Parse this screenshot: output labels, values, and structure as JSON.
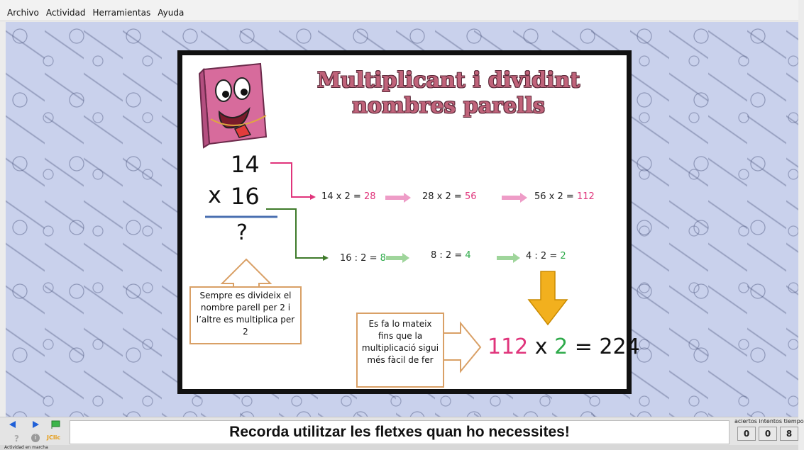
{
  "menu": [
    "Archivo",
    "Actividad",
    "Herramientas",
    "Ayuda"
  ],
  "activity": {
    "title_line1": "Multiplicant  i dividint",
    "title_line2": "nombres parells",
    "top_number": "14",
    "times_sign": "x",
    "bottom_number": "16",
    "result_placeholder": "?",
    "row1": [
      {
        "left": "14 x 2 = ",
        "result": "28"
      },
      {
        "left": "28 x 2 = ",
        "result": "56"
      },
      {
        "left": "56 x 2 = ",
        "result": "112"
      }
    ],
    "row2": [
      {
        "left": "16 : 2 = ",
        "result": "8"
      },
      {
        "left": "8 : 2 = ",
        "result": "4"
      },
      {
        "left": "4 : 2 = ",
        "result": "2"
      }
    ],
    "bubble_left": "Sempre es divideix el nombre parell  per 2 i l’altre es multiplica per 2",
    "bubble_right": "Es fa lo mateix fins que la multiplicació sigui més fàcil de fer",
    "final": {
      "a": "112",
      "op": " x ",
      "b": "2",
      "eq": " = 224"
    }
  },
  "bottom": {
    "message": "Recorda utilitzar les fletxes quan ho necessites!",
    "help_icon": "?",
    "info_icon": "i",
    "brand": "JClic",
    "counter_labels": "aciertos intentos tiempo",
    "counters": [
      "0",
      "0",
      "8"
    ],
    "status_text": "Actividad en marcha"
  },
  "colors": {
    "pink": "#e0347b",
    "green": "#2eaa4a",
    "arrow_pink": "#e0347b",
    "arrow_green": "#3e7a2a",
    "down_arrow": "#f2b01e",
    "bubble_border": "#d9a066"
  }
}
